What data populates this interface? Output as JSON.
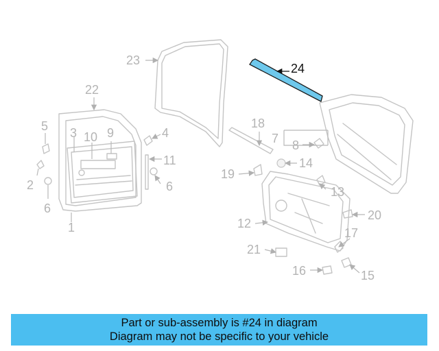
{
  "diagram": {
    "highlighted_part": "24",
    "callouts": {
      "c1": "1",
      "c2": "2",
      "c3": "3",
      "c4": "4",
      "c5": "5",
      "c6a": "6",
      "c6b": "6",
      "c7": "7",
      "c8": "8",
      "c9": "9",
      "c10": "10",
      "c11": "11",
      "c12": "12",
      "c13": "13",
      "c14": "14",
      "c15": "15",
      "c16": "16",
      "c17": "17",
      "c18": "18",
      "c19": "19",
      "c20": "20",
      "c21": "21",
      "c22": "22",
      "c23": "23",
      "c24": "24"
    },
    "colors": {
      "highlight_fill": "#6ec8ec",
      "line": "#c4c4c4",
      "label": "#b4b4b4",
      "banner": "#4bbef0"
    }
  },
  "banner": {
    "line1": "Part or sub-assembly is #24 in diagram",
    "line2": "Diagram may not be specific to your vehicle"
  }
}
